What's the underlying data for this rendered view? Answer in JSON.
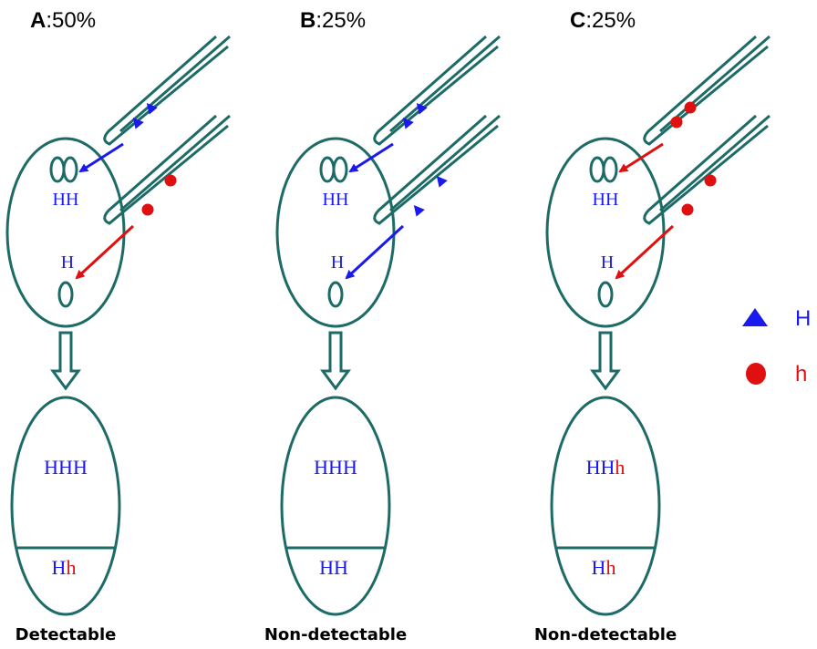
{
  "colors": {
    "outline": "#1d6b66",
    "dominant": "#1a1aee",
    "recessive": "#e01010",
    "text": "#000000"
  },
  "legend": {
    "dominant": {
      "symbol": "triangle",
      "label": "H"
    },
    "recessive": {
      "symbol": "circle",
      "label": "h"
    }
  },
  "panels": [
    {
      "id": "A",
      "title_letter": "A",
      "title_value": ":50%",
      "pollen_tube_upper_allele": "H",
      "pollen_tube_lower_allele": "h",
      "polar_nuclei_label": "HH",
      "egg_label": "H",
      "endosperm": [
        {
          "t": "H",
          "allele": "dominant"
        },
        {
          "t": "H",
          "allele": "dominant"
        },
        {
          "t": "H",
          "allele": "dominant"
        }
      ],
      "embryo": [
        {
          "t": "H",
          "allele": "dominant"
        },
        {
          "t": "h",
          "allele": "recessive"
        }
      ],
      "caption": "Detectable"
    },
    {
      "id": "B",
      "title_letter": "B",
      "title_value": ":25%",
      "pollen_tube_upper_allele": "H",
      "pollen_tube_lower_allele": "H",
      "polar_nuclei_label": "HH",
      "egg_label": "H",
      "endosperm": [
        {
          "t": "H",
          "allele": "dominant"
        },
        {
          "t": "H",
          "allele": "dominant"
        },
        {
          "t": "H",
          "allele": "dominant"
        }
      ],
      "embryo": [
        {
          "t": "H",
          "allele": "dominant"
        },
        {
          "t": "H",
          "allele": "dominant"
        }
      ],
      "caption": "Non-detectable"
    },
    {
      "id": "C",
      "title_letter": "C",
      "title_value": ":25%",
      "pollen_tube_upper_allele": "h",
      "pollen_tube_lower_allele": "h",
      "polar_nuclei_label": "HH",
      "egg_label": "H",
      "endosperm": [
        {
          "t": "H",
          "allele": "dominant"
        },
        {
          "t": "H",
          "allele": "dominant"
        },
        {
          "t": "h",
          "allele": "recessive"
        }
      ],
      "embryo": [
        {
          "t": "H",
          "allele": "dominant"
        },
        {
          "t": "h",
          "allele": "recessive"
        }
      ],
      "caption": "Non-detectable"
    }
  ]
}
